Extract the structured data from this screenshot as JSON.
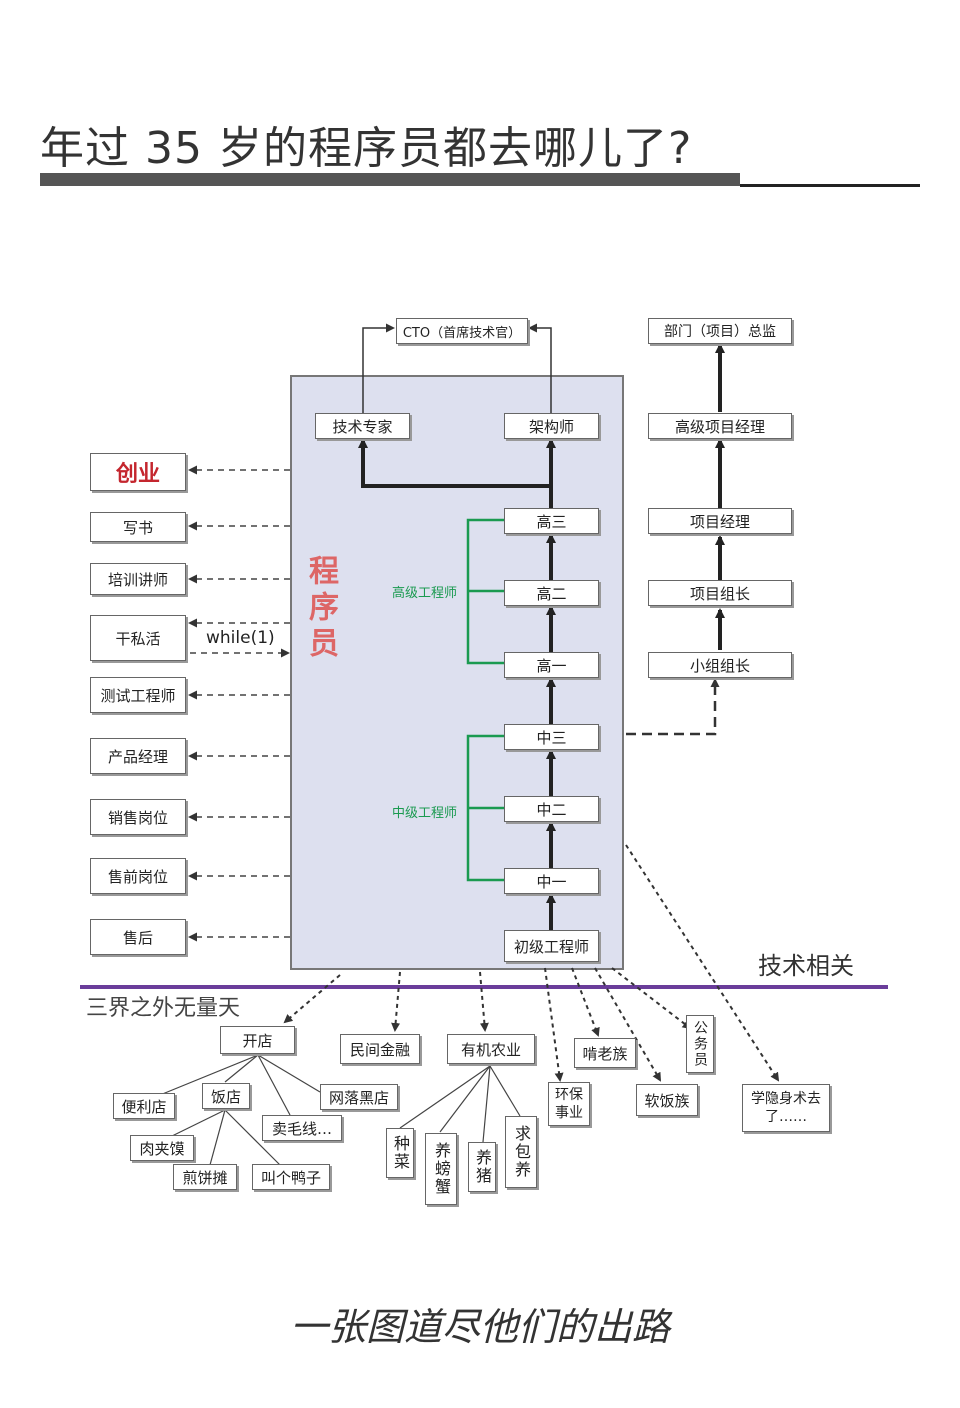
{
  "title": "年过 35 岁的程序员都去哪儿了?",
  "caption": "一张图道尽他们的出路",
  "programmer_label": "程序员",
  "while_label": "while(1)",
  "tech_related_label": "技术相关",
  "beyond_label": "三界之外无量天",
  "ladder": {
    "junior": "初级工程师",
    "mid1": "中一",
    "mid2": "中二",
    "mid3": "中三",
    "senior1": "高一",
    "senior2": "高二",
    "senior3": "高三",
    "mid_group": "中级工程师",
    "senior_group": "高级工程师",
    "tech_expert": "技术专家",
    "architect": "架构师",
    "cto": "CTO（首席技术官）"
  },
  "management": {
    "team_lead": "小组组长",
    "project_lead": "项目组长",
    "pm": "项目经理",
    "senior_pm": "高级项目经理",
    "director": "部门（项目）总监"
  },
  "exits": {
    "startup": "创业",
    "write_book": "写书",
    "trainer": "培训讲师",
    "side_job": "干私活",
    "tester": "测试工程师",
    "product_manager": "产品经理",
    "sales": "销售岗位",
    "presales": "售前岗位",
    "aftersales": "售后"
  },
  "outside": {
    "open_shop": "开店",
    "private_finance": "民间金融",
    "organic_farming": "有机农业",
    "env_protection": "环保事业",
    "ken_lao": "啃老族",
    "soft_rice": "软饭族",
    "civil_servant": "公务员",
    "hermit": "学隐身术去了……",
    "convenience_store": "便利店",
    "restaurant": "饭店",
    "online_shop": "网落黑店",
    "sell_wool": "卖毛线…",
    "rou_jia_mo": "肉夹馍",
    "jian_bing": "煎饼摊",
    "duck": "叫个鸭子",
    "grow_veg": "种菜",
    "crab": "养螃蟹",
    "pig": "养猪",
    "seek_support": "求包养"
  },
  "colors": {
    "green": "#1a9a50",
    "purple": "#6a3d9a",
    "red": "#c4262e",
    "box_fill": "#dde0ef"
  }
}
